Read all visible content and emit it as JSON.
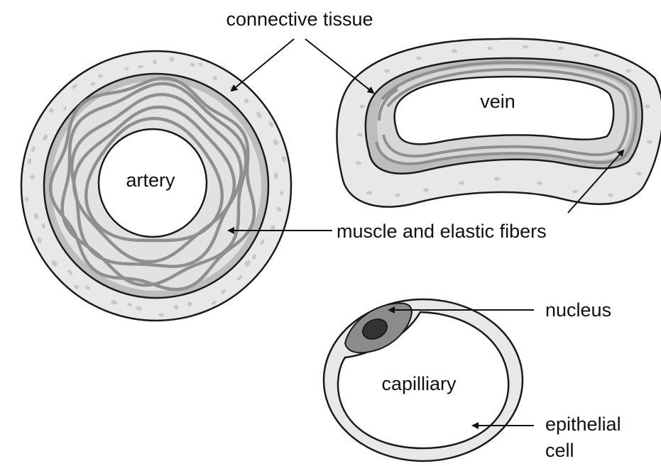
{
  "labels": {
    "connective_tissue": "connective tissue",
    "muscle_elastic": "muscle and elastic fibers",
    "nucleus": "nucleus",
    "epithelial_line1": "epithelial",
    "epithelial_line2": "cell",
    "artery": "artery",
    "vein": "vein",
    "capillary": "capilliary"
  },
  "colors": {
    "connective": "#e8e8e8",
    "muscle_band": "#bdbdbd",
    "fiber": "#8f8f8f",
    "outline": "#1a1a1a",
    "speckle": "#c8c8c8",
    "nucleus_outer": "#8c8c8c",
    "nucleus_inner": "#333333"
  }
}
